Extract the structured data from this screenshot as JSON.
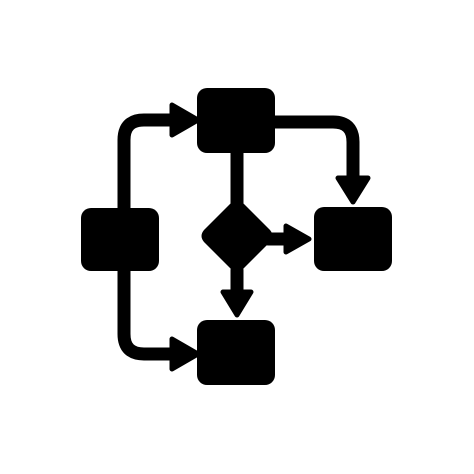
{
  "icon": {
    "name": "flowchart-icon",
    "shape_names": [
      "start-box",
      "top-box",
      "decision-diamond",
      "right-box",
      "bottom-box"
    ]
  },
  "colors": {
    "background": "#ffffff",
    "foreground": "#000000"
  }
}
